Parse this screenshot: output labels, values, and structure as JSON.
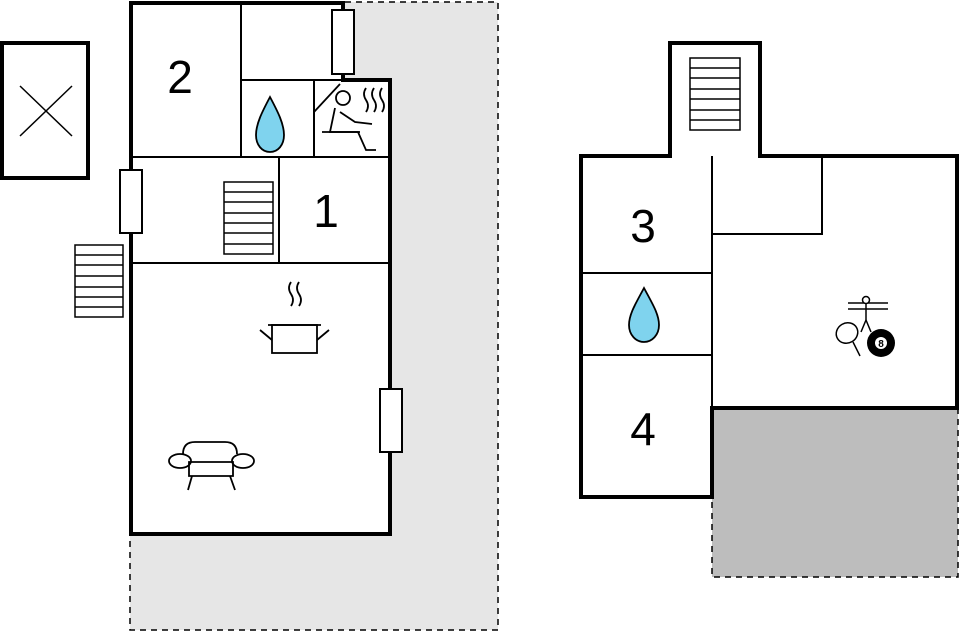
{
  "rooms": {
    "room_1": "1",
    "room_2": "2",
    "room_3": "3",
    "room_4": "4"
  },
  "icons": {
    "water_color": "#7fd3ee",
    "pool_ball_number": "8"
  },
  "colors": {
    "terrace_light": "#e6e6e6",
    "terrace_dark": "#bdbdbd",
    "walls": "#000000"
  }
}
